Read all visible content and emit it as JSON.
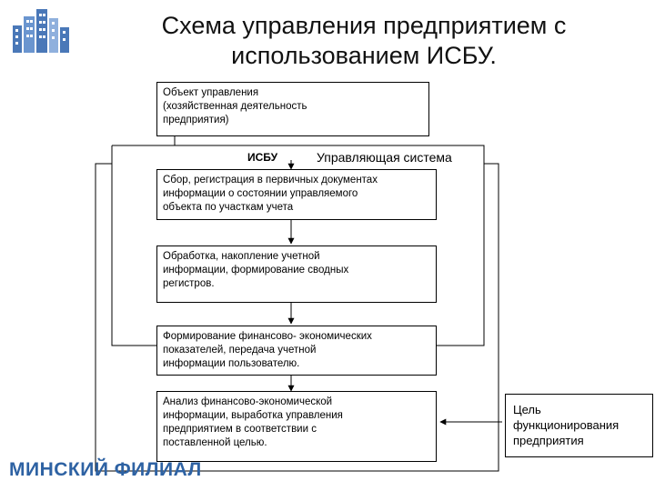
{
  "title": {
    "lines": [
      "Схема управления предприятием с",
      "использованием ИСБУ."
    ]
  },
  "object_box": {
    "lines": [
      "Объект управления",
      "(хозяйственная деятельность",
      "предприятия)"
    ]
  },
  "isbu_label": "ИСБУ",
  "control_system_label": "Управляющая система",
  "steps": [
    {
      "lines": [
        "Сбор, регистрация в первичных документах",
        "информации о состоянии управляемого",
        "объекта по участкам учета"
      ]
    },
    {
      "lines": [
        "Обработка, накопление учетной",
        "информации, формирование сводных",
        "регистров."
      ]
    },
    {
      "lines": [
        "Формирование финансово- экономических",
        "показателей, передача учетной",
        "информации пользователю."
      ]
    },
    {
      "lines": [
        "Анализ финансово-экономической",
        "информации, выработка управления",
        "предприятием в соответствии с",
        "поставленной целью."
      ]
    }
  ],
  "goal_box": {
    "lines": [
      "Цель",
      "функционирования",
      "предприятия"
    ]
  },
  "footer": "МИНСКИЙ ФИЛИАЛ",
  "colors": {
    "logo": "#4a78b8",
    "footer": "#2e62a3"
  }
}
